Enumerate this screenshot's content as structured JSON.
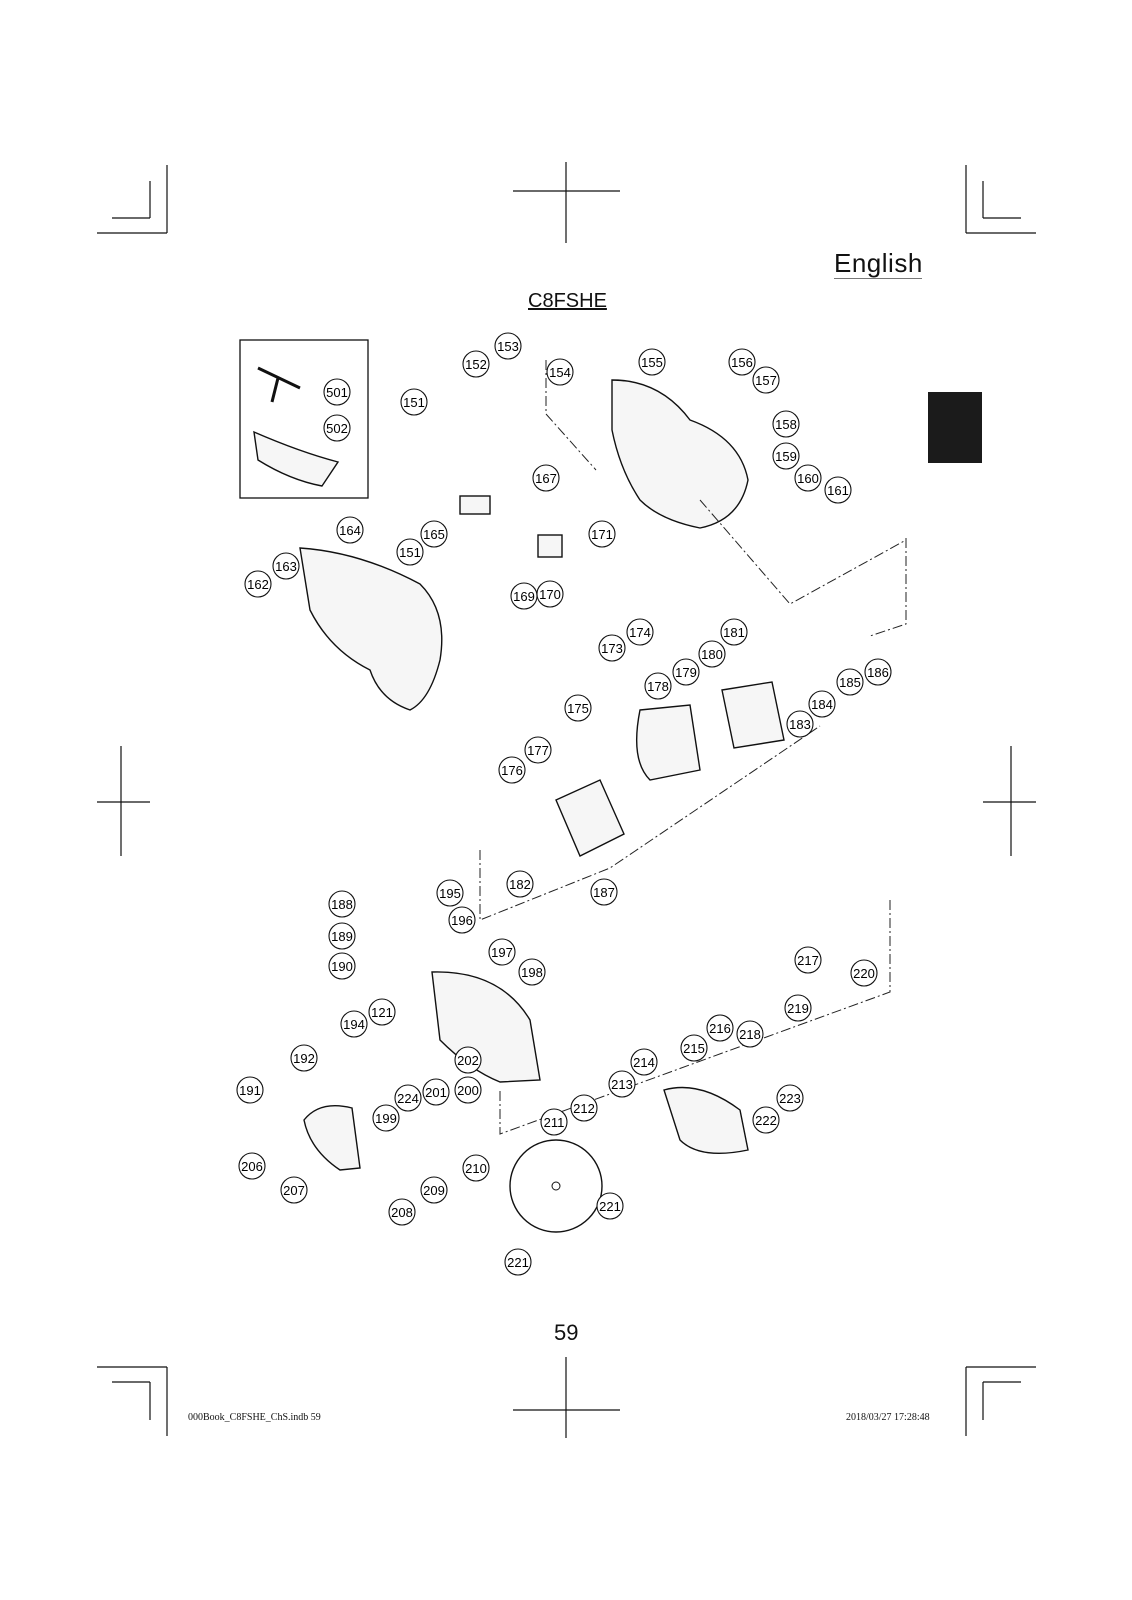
{
  "header": {
    "language": "English",
    "model": "C8FSHE"
  },
  "footer": {
    "page_number": "59",
    "file_name": "000Book_C8FSHE_ChS.indb  59",
    "timestamp": "2018/03/27  17:28:48"
  },
  "part_labels": [
    "501",
    "502",
    "151",
    "152",
    "153",
    "154",
    "155",
    "156",
    "157",
    "158",
    "159",
    "160",
    "161",
    "162",
    "163",
    "164",
    "165",
    "151",
    "167",
    "169",
    "170",
    "171",
    "173",
    "174",
    "175",
    "176",
    "177",
    "178",
    "179",
    "180",
    "181",
    "182",
    "183",
    "184",
    "185",
    "186",
    "187",
    "188",
    "189",
    "190",
    "121",
    "191",
    "192",
    "194",
    "195",
    "196",
    "197",
    "198",
    "199",
    "200",
    "201",
    "202",
    "206",
    "207",
    "208",
    "209",
    "210",
    "211",
    "212",
    "213",
    "214",
    "215",
    "216",
    "217",
    "218",
    "219",
    "220",
    "221",
    "221",
    "222",
    "223",
    "224"
  ]
}
